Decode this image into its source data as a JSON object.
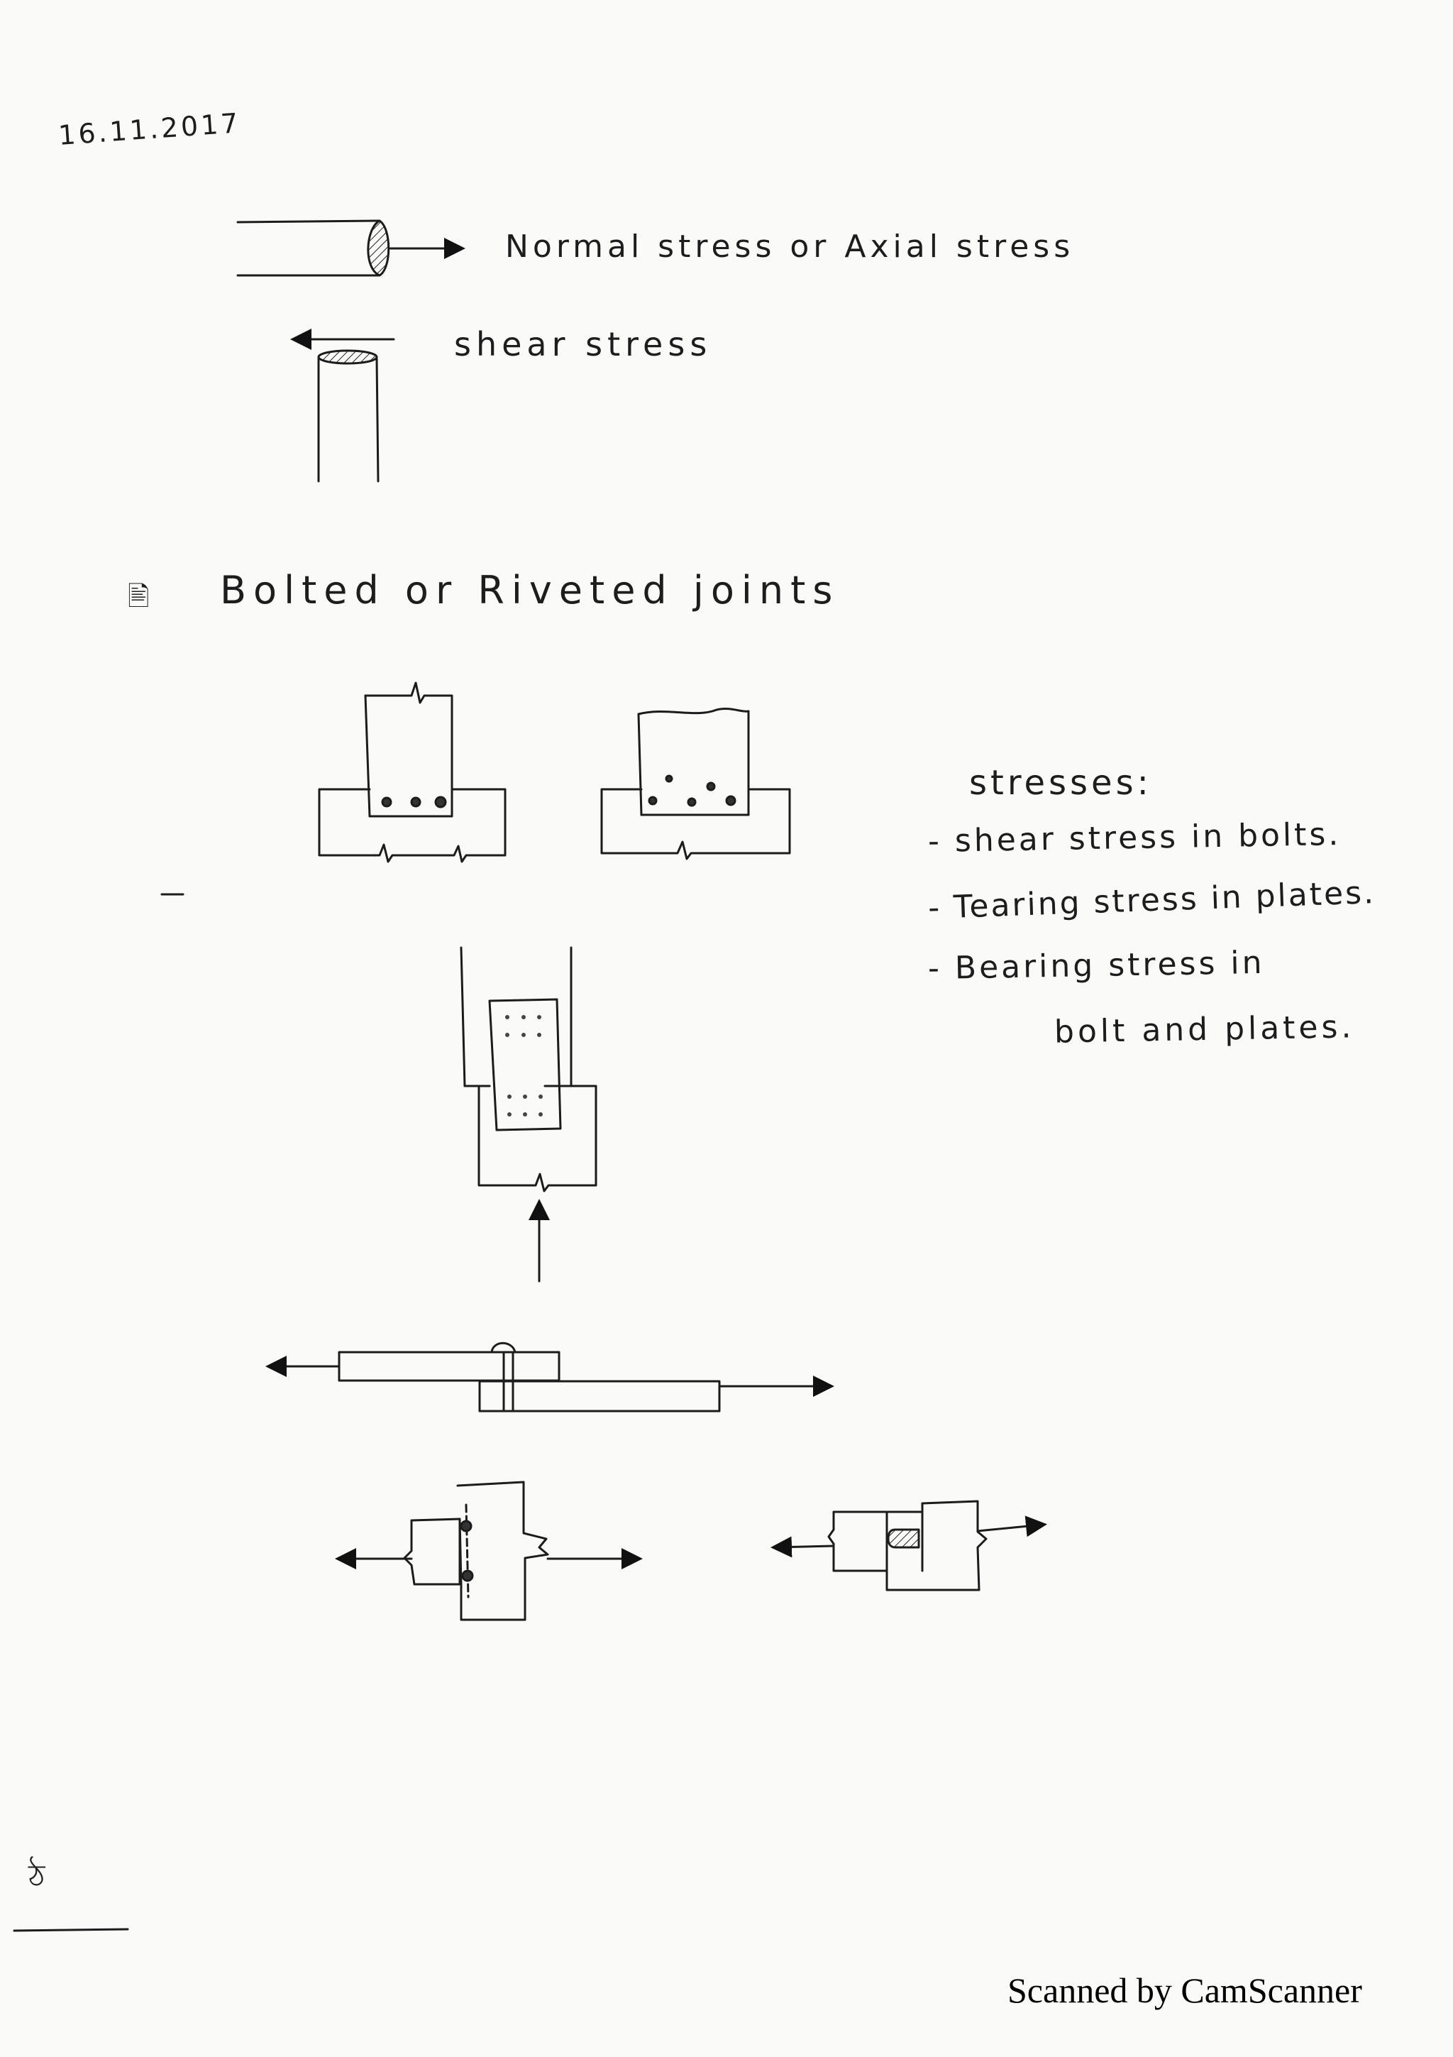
{
  "notes": {
    "date": "16.11.2017",
    "normal_stress_label": "Normal stress or Axial stress",
    "shear_stress_label": "shear stress",
    "section_title": "Bolted or Riveted joints",
    "stresses_title": "stresses:",
    "stress_items": [
      "- shear stress in bolts.",
      "- Tearing stress in plates.",
      "- Bearing stress in",
      "bolt and plates."
    ]
  },
  "footer": {
    "scanner_text": "Scanned by CamScanner"
  }
}
